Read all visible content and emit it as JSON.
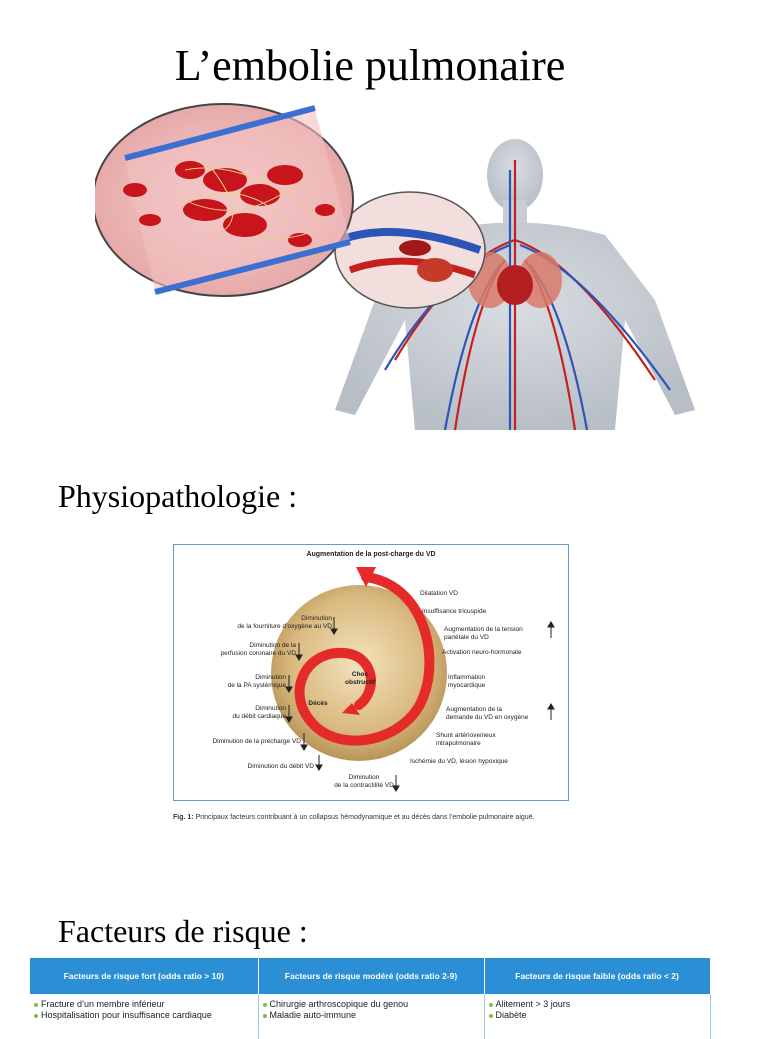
{
  "page": {
    "title": "L’embolie pulmonaire",
    "illustration_icon": "pulmonary-embolism-anatomy-illustration"
  },
  "section_physio": {
    "heading": "Physiopathologie :"
  },
  "figure": {
    "top_label": "Augmentation de la post-charge du VD",
    "center_label": "Choc\nobstructif",
    "death_label": "Décès",
    "left_labels": [
      "Diminution\nde la fourniture d’oxygène au VD",
      "Diminution de la\nperfusion coronaire du VD",
      "Diminution\nde la PA systémique",
      "Diminution\ndu débit cardiaque",
      "Diminution de la précharge VD",
      "Diminution du débit VD"
    ],
    "bottom_label": "Diminution\nde la contractilité VD",
    "right_labels": [
      "Dilatation VD",
      "Insuffisance tricuspide",
      "Augmentation de la tension\npariétale du VD",
      "Activation neuro-hormonale",
      "Inflammation\nmyocardique",
      "Augmentation de la\ndemande du VD en oxygène",
      "Shunt artérioveineux\nintrapulmonaire",
      "Ischémie du VD, lésion hypoxique"
    ],
    "caption_label": "Fig. 1:",
    "caption_text": "Principaux facteurs contribuant à un collapsus hémodynamique et au décès dans l’embolie pulmonaire aiguë.",
    "colors": {
      "disc": "#d6b47a",
      "spiral": "#e52a2a",
      "border": "#5a9bd4"
    }
  },
  "section_risk": {
    "heading": "Facteurs de risque :"
  },
  "risk_table": {
    "headers": [
      "Facteurs de risque fort (odds ratio > 10)",
      "Facteurs de risque modéré (odds ratio 2-9)",
      "Facteurs de risque faible (odds ratio < 2)"
    ],
    "columns": [
      [
        "Fracture d’un membre inférieur",
        "Hospitalisation pour insuffisance cardiaque"
      ],
      [
        "Chirurgie arthroscopique du genou",
        "Maladie auto-immune"
      ],
      [
        "Alitement > 3 jours",
        "Diabète"
      ]
    ],
    "header_color": "#2a8fd4"
  }
}
